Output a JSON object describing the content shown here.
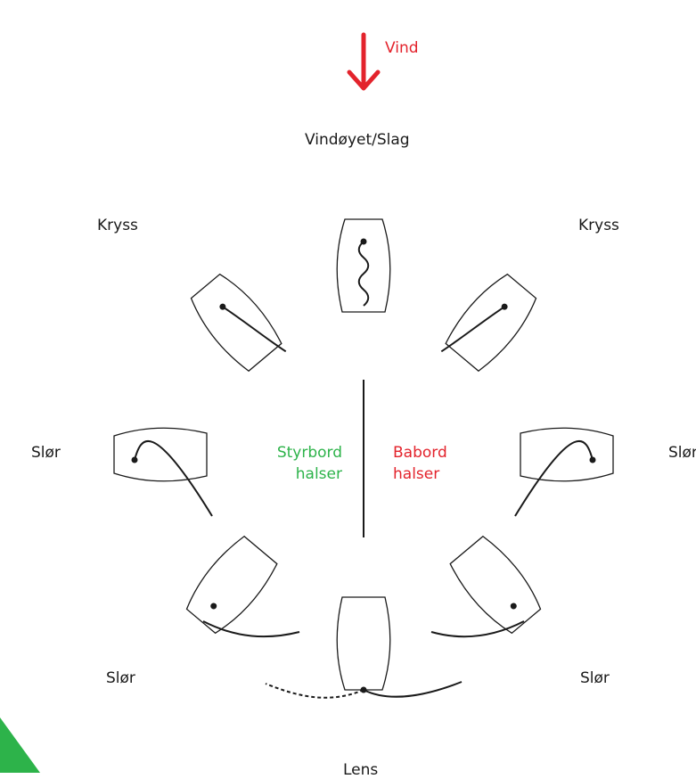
{
  "wind": {
    "label": "Vind",
    "color": "#e3232c"
  },
  "points": {
    "top": "Vindøyet/Slag",
    "close_left": "Kryss",
    "close_right": "Kryss",
    "beam_left": "Slør",
    "beam_right": "Slør",
    "broad_left": "Slør",
    "broad_right": "Slør",
    "run": "Lens"
  },
  "tacks": {
    "starboard": {
      "line1": "Styrbord",
      "line2": "halser",
      "color": "#2db34a"
    },
    "port": {
      "line1": "Babord",
      "line2": "halser",
      "color": "#e3232c"
    }
  },
  "colors": {
    "corner_accent": "#2db34a",
    "outline": "#1a1a1a"
  }
}
